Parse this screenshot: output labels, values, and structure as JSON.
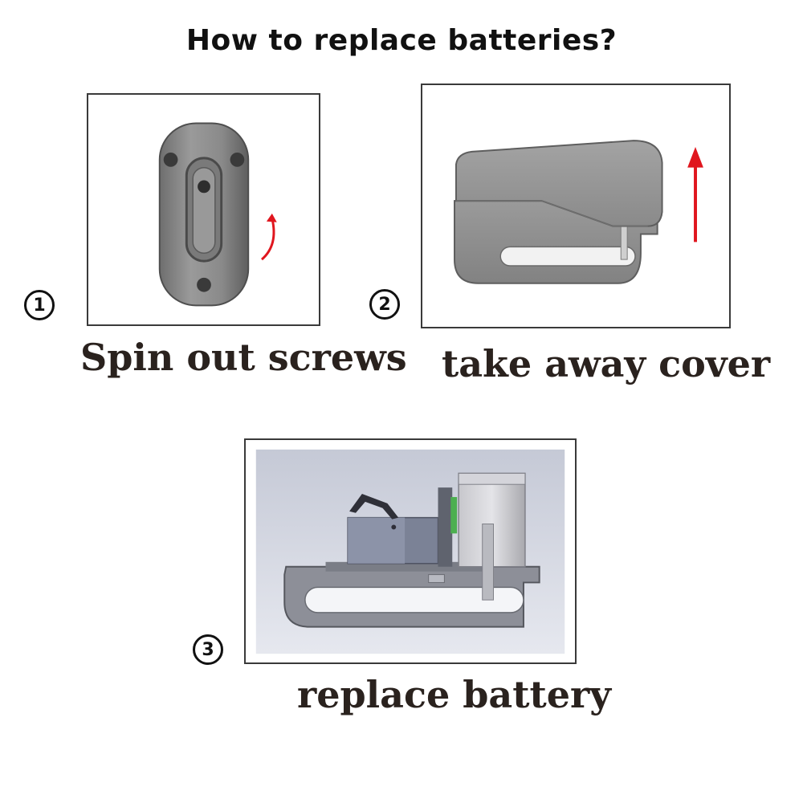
{
  "title": "How to replace batteries?",
  "steps": [
    {
      "number": "1",
      "caption": "Spin out screws",
      "arrow_icon": "curved-arrow-icon"
    },
    {
      "number": "2",
      "caption": "take away cover",
      "arrow_icon": "up-arrow-icon"
    },
    {
      "number": "3",
      "caption": "replace battery"
    }
  ],
  "colors": {
    "arrow": "#e0161e",
    "lock_body": "#8a8a8a",
    "frame_border": "#3a3a3a",
    "caption_text": "#2a221e"
  }
}
